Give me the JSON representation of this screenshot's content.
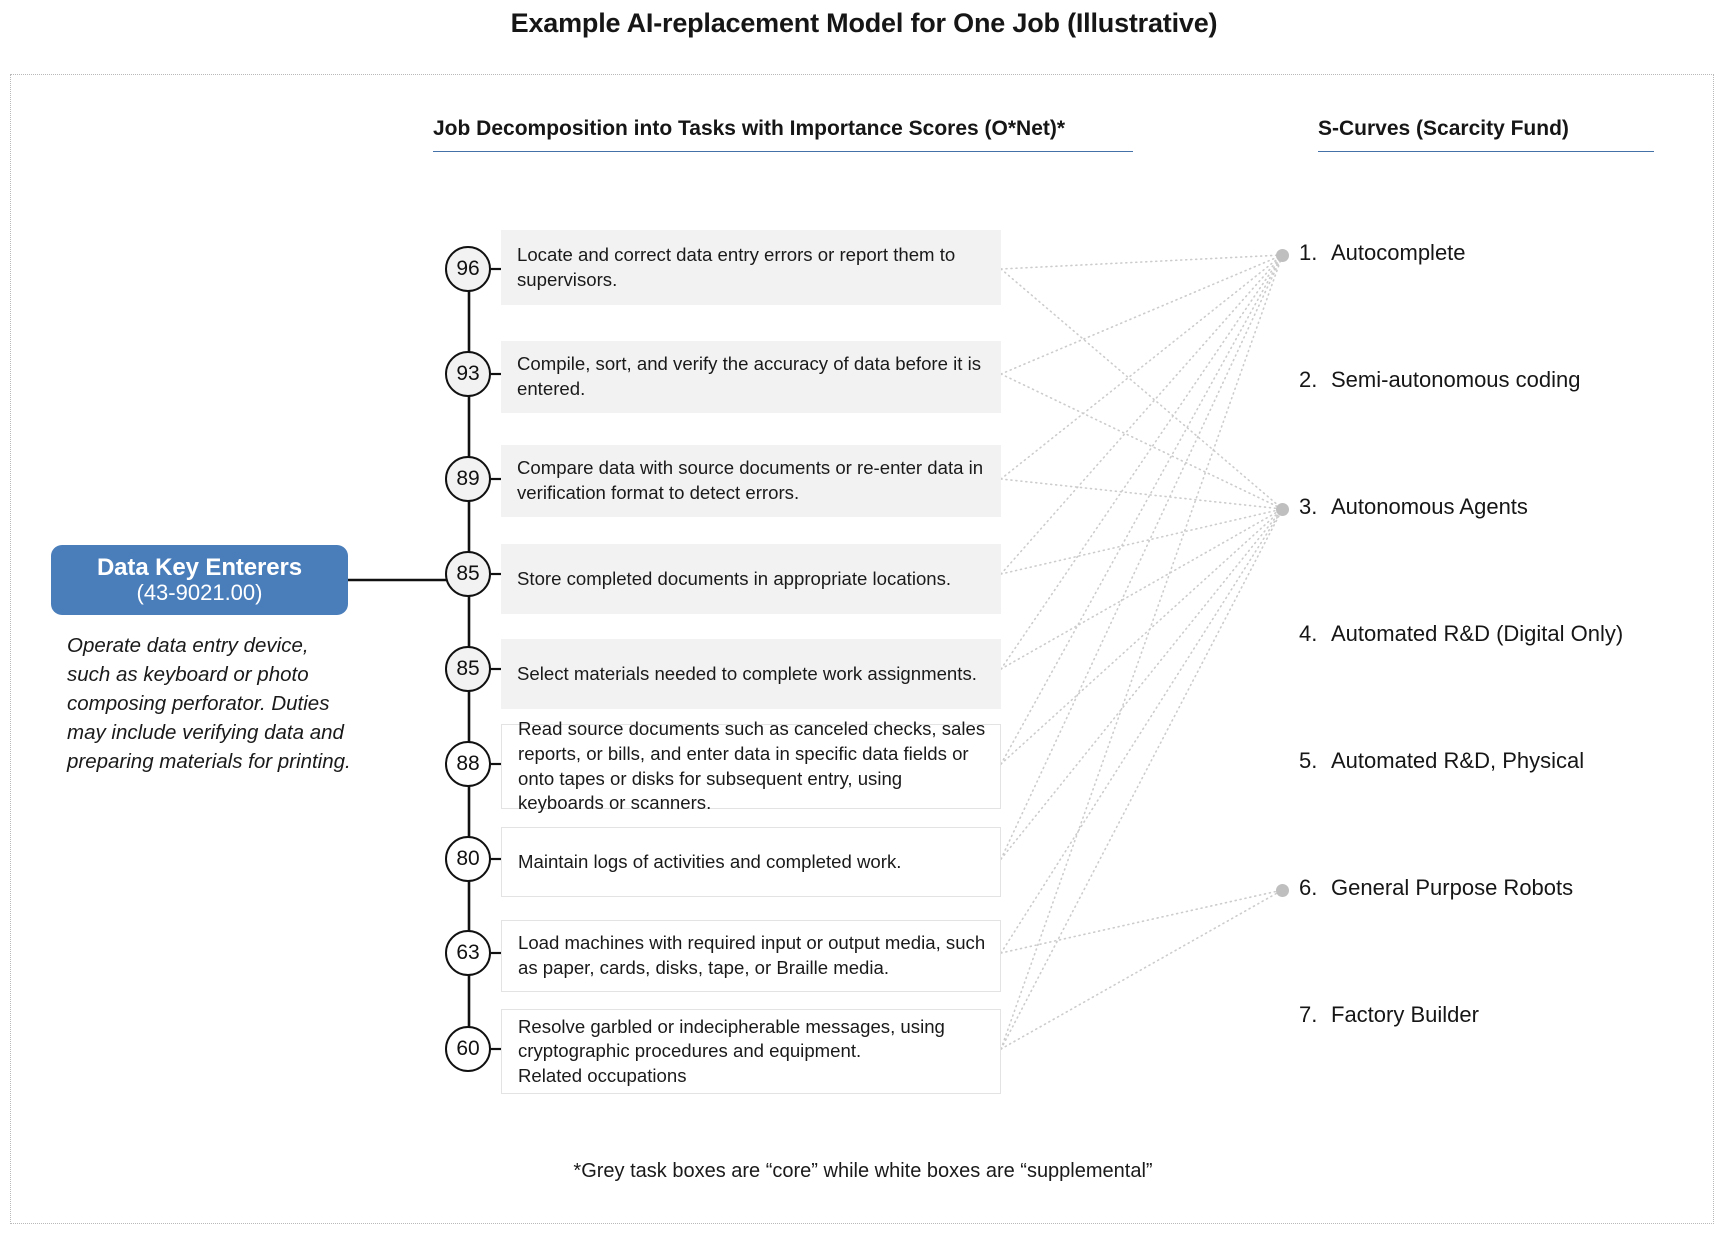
{
  "title": "Example AI-replacement Model for One Job (Illustrative)",
  "headings": {
    "tasks": "Job Decomposition into Tasks with Importance Scores (O*Net)*",
    "scurves": "S-Curves (Scarcity Fund)"
  },
  "job": {
    "name": "Data Key Enterers",
    "code": "(43-9021.00)",
    "description": "Operate data entry device, such as keyboard or photo composing perforator. Duties may include verifying data and preparing materials for printing."
  },
  "tasks": [
    {
      "score": "96",
      "text": "Locate and correct data entry errors or report them to supervisors.",
      "type": "core"
    },
    {
      "score": "93",
      "text": "Compile, sort, and verify the accuracy of data before it is entered.",
      "type": "core"
    },
    {
      "score": "89",
      "text": "Compare data with source documents or re-enter data in verification format to detect errors.",
      "type": "core"
    },
    {
      "score": "85",
      "text": "Store completed documents in appropriate locations.",
      "type": "core"
    },
    {
      "score": "85",
      "text": "Select materials needed to complete work assignments.",
      "type": "core"
    },
    {
      "score": "88",
      "text": "Read source documents such as canceled checks, sales reports, or bills, and enter data in specific data fields or onto tapes or disks for subsequent entry, using keyboards or scanners.",
      "type": "supplemental"
    },
    {
      "score": "80",
      "text": "Maintain logs of activities and completed work.",
      "type": "supplemental"
    },
    {
      "score": "63",
      "text": "Load machines with required input or output media, such as paper, cards, disks, tape, or Braille media.",
      "type": "supplemental"
    },
    {
      "score": "60",
      "text": "Resolve garbled or indecipherable messages, using cryptographic procedures and equipment.\nRelated occupations",
      "type": "supplemental"
    }
  ],
  "scurves": [
    {
      "num": "1.",
      "label": "Autocomplete",
      "has_node": true
    },
    {
      "num": "2.",
      "label": "Semi-autonomous coding",
      "has_node": false
    },
    {
      "num": "3.",
      "label": "Autonomous Agents",
      "has_node": true
    },
    {
      "num": "4.",
      "label": "Automated R&D (Digital Only)",
      "has_node": false
    },
    {
      "num": "5.",
      "label": "Automated R&D, Physical",
      "has_node": false
    },
    {
      "num": "6.",
      "label": "General Purpose Robots",
      "has_node": true
    },
    {
      "num": "7.",
      "label": "Factory Builder",
      "has_node": false
    }
  ],
  "footnote": "*Grey task boxes are “core” while white boxes are “supplemental”",
  "colors": {
    "job_card": "#4a7ebb",
    "core_box": "#f2f2f2",
    "rule": "#4472a8",
    "node_dot": "#bfbfbf",
    "link": "#cccccc"
  }
}
